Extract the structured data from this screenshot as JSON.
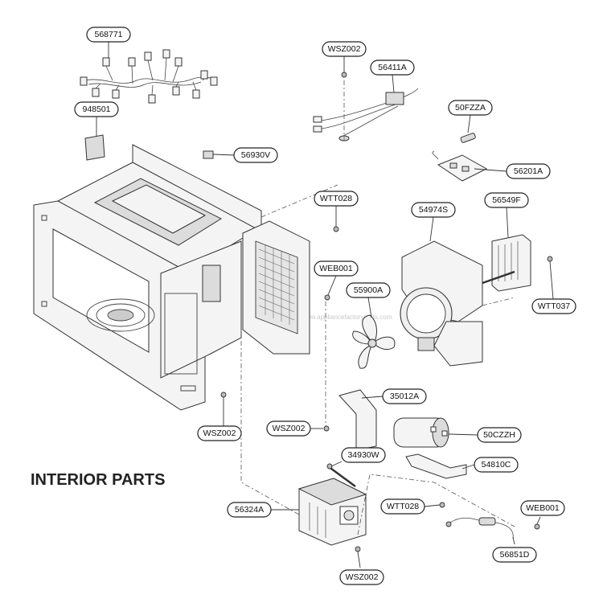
{
  "diagram": {
    "title": "INTERIOR PARTS",
    "watermark": "www.appliancefactoryparts.com",
    "labels": [
      {
        "id": "568771",
        "text": "568771"
      },
      {
        "id": "948501",
        "text": "948501"
      },
      {
        "id": "WSZ002_top",
        "text": "WSZ002"
      },
      {
        "id": "56411A",
        "text": "56411A"
      },
      {
        "id": "50FZZA",
        "text": "50FZZA"
      },
      {
        "id": "56930V",
        "text": "56930V"
      },
      {
        "id": "56201A",
        "text": "56201A"
      },
      {
        "id": "WTT028_mid",
        "text": "WTT028"
      },
      {
        "id": "54974S",
        "text": "54974S"
      },
      {
        "id": "56549F",
        "text": "56549F"
      },
      {
        "id": "WEB001_mid",
        "text": "WEB001"
      },
      {
        "id": "55900A",
        "text": "55900A"
      },
      {
        "id": "WTT037",
        "text": "WTT037"
      },
      {
        "id": "35012A",
        "text": "35012A"
      },
      {
        "id": "WSZ002_left",
        "text": "WSZ002"
      },
      {
        "id": "WSZ002_mid",
        "text": "WSZ002"
      },
      {
        "id": "50CZZH",
        "text": "50CZZH"
      },
      {
        "id": "34930W",
        "text": "34930W"
      },
      {
        "id": "54810C",
        "text": "54810C"
      },
      {
        "id": "56324A",
        "text": "56324A"
      },
      {
        "id": "WTT028_low",
        "text": "WTT028"
      },
      {
        "id": "WEB001_low",
        "text": "WEB001"
      },
      {
        "id": "56851D",
        "text": "56851D"
      },
      {
        "id": "WSZ002_bottom",
        "text": "WSZ002"
      }
    ]
  }
}
